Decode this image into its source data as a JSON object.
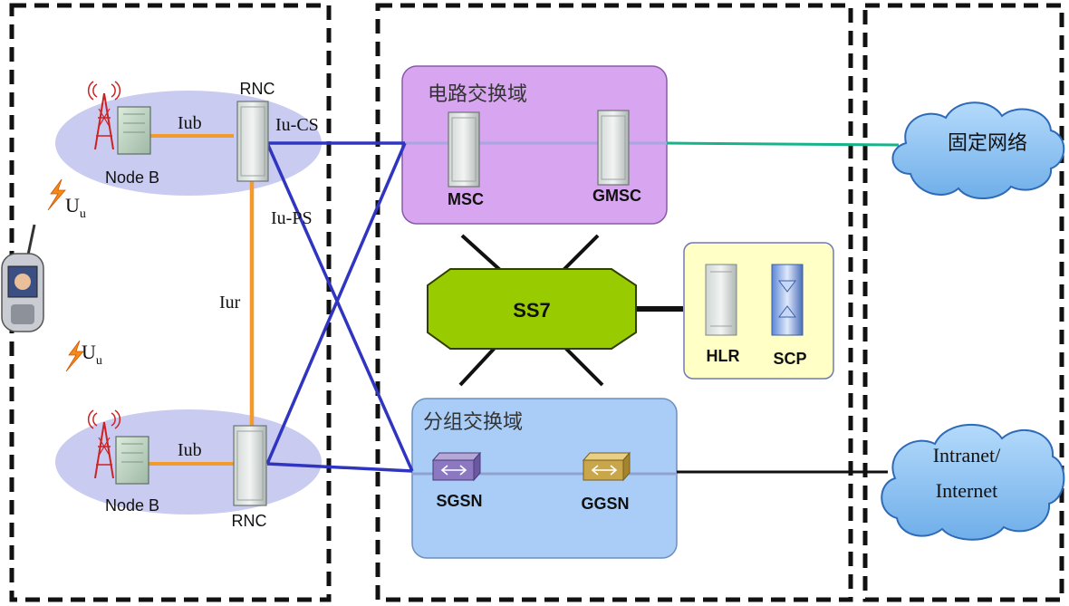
{
  "diagram": {
    "access": {
      "node_b_top": "Node B",
      "node_b_bottom": "Node B",
      "rnc_top": "RNC",
      "rnc_bottom": "RNC",
      "iub_top": "Iub",
      "iub_bottom": "Iub",
      "iur": "Iur",
      "uu_top": {
        "main": "U",
        "sub": "u"
      },
      "uu_bottom": {
        "main": "U",
        "sub": "u"
      }
    },
    "interfaces": {
      "iu_cs": "Iu-CS",
      "iu_ps": "Iu-PS"
    },
    "cs_domain": {
      "title": "电路交换域",
      "msc": "MSC",
      "gmsc": "GMSC"
    },
    "signaling": {
      "ss7": "SS7",
      "hlr": "HLR",
      "scp": "SCP"
    },
    "ps_domain": {
      "title": "分组交换域",
      "sgsn": "SGSN",
      "ggsn": "GGSN"
    },
    "external": {
      "fixed_network": "固定网络",
      "internet_line1": "Intranet/",
      "internet_line2": "Internet"
    }
  },
  "colors": {
    "interface_line": "#2f35c0",
    "iur_line": "#f39a2c",
    "pstn_link": "#17b38a",
    "cs_fill": "#d8a6f0",
    "ps_fill": "#a9cdf7",
    "ss7_fill": "#99cc00",
    "hlr_fill": "#ffffc6",
    "cloud_fill": "#8ec4f3",
    "ellipse_fill": "#c9cbf0"
  },
  "icons": [
    "antenna-icon",
    "base-station-icon",
    "rnc-cabinet-icon",
    "mobile-phone-icon",
    "lightning-icon",
    "switch-cabinet-icon",
    "hlr-server-icon",
    "scp-server-icon",
    "router-icon",
    "cloud-icon"
  ]
}
